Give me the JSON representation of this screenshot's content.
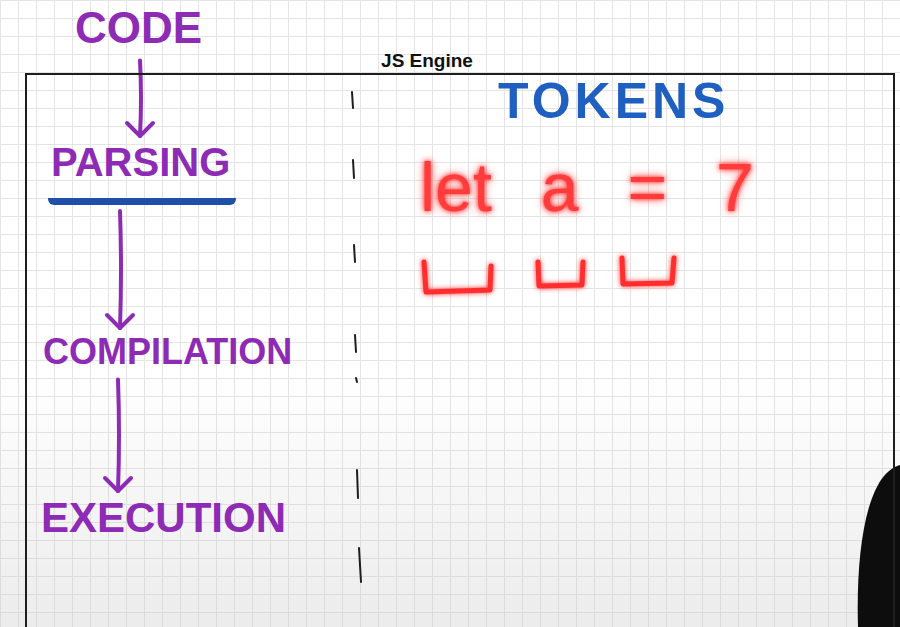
{
  "diagram": {
    "nodes": [
      {
        "text": [
          "JS Engine"
        ]
      },
      {
        "text": [
          "CODE"
        ]
      },
      {
        "text": [
          "PARSING"
        ],
        "in": 0
      },
      {
        "text": [
          "COMPILATION"
        ],
        "in": 0
      },
      {
        "text": [
          "EXECUTION"
        ],
        "in": 0
      }
    ],
    "edges": [
      {
        "from": 1,
        "to": 2,
        "arrow": "to"
      },
      {
        "from": 2,
        "to": 3,
        "arrow": "to"
      },
      {
        "from": 3,
        "to": 4,
        "arrow": "to"
      }
    ],
    "labels": [
      "TOKENS",
      "let a = 7"
    ]
  }
}
